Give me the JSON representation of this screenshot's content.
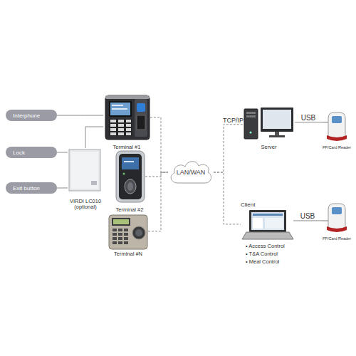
{
  "diagram": {
    "nodes": [
      {
        "text": [
          "Interphone"
        ]
      },
      {
        "text": [
          "Lock"
        ]
      },
      {
        "text": [
          "Exit button"
        ]
      },
      {
        "text": [
          "Terminal #1"
        ]
      },
      {
        "text": [
          "VIRDI LC010 (optional)"
        ]
      },
      {
        "text": [
          "Terminal #2"
        ]
      },
      {
        "text": [
          "Terminal #N"
        ]
      },
      {
        "text": [
          "LAN/WAN"
        ]
      },
      {
        "text": [
          "Server"
        ]
      },
      {
        "text": [
          "FP/Card Reader"
        ]
      },
      {
        "text": [
          "Client"
        ]
      },
      {
        "text": [
          "FP/Card Reader"
        ]
      }
    ],
    "edges": [
      {
        "from": 0,
        "to": 3,
        "arrow": "none"
      },
      {
        "from": 1,
        "to": 4,
        "arrow": "none"
      },
      {
        "from": 2,
        "to": 4,
        "arrow": "none"
      },
      {
        "from": 4,
        "to": 3,
        "arrow": "none"
      },
      {
        "from": 3,
        "to": 7,
        "arrow": "none"
      },
      {
        "from": 5,
        "to": 7,
        "arrow": "none"
      },
      {
        "from": 6,
        "to": 7,
        "arrow": "none"
      },
      {
        "from": 7,
        "to": 8,
        "label": "TCP/IP",
        "arrow": "none"
      },
      {
        "from": 7,
        "to": 10,
        "arrow": "none"
      },
      {
        "from": 8,
        "to": 9,
        "label": "USB",
        "arrow": "none"
      },
      {
        "from": 10,
        "to": 11,
        "label": "USB",
        "arrow": "none"
      }
    ],
    "labels": [
      "• Access Control",
      "• T&A Control",
      "• Meal Control"
    ]
  }
}
